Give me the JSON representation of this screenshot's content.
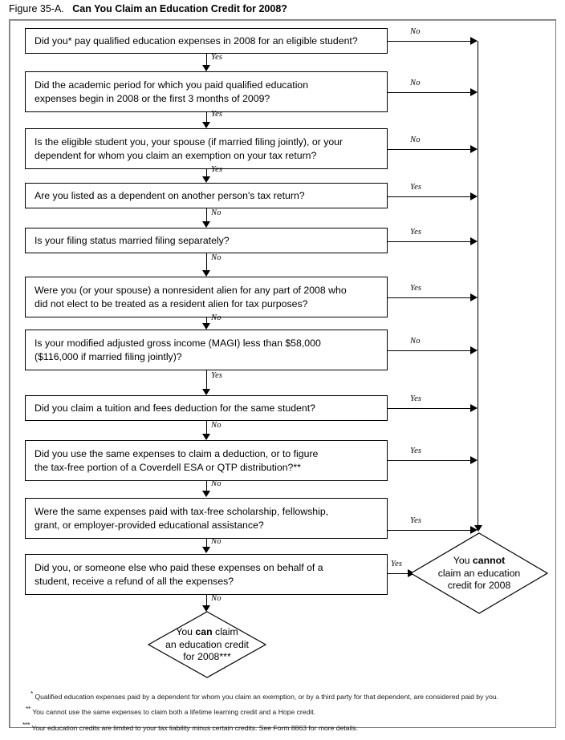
{
  "figure": {
    "number": "Figure 35-A.",
    "title": "Can You Claim an Education Credit for 2008?"
  },
  "labels": {
    "yes": "Yes",
    "no": "No"
  },
  "questions": [
    {
      "id": "q1",
      "lines": [
        "Did you* pay qualified education expenses in 2008 for an eligible student?"
      ],
      "down_label": "Yes",
      "side_label": "No"
    },
    {
      "id": "q2",
      "lines": [
        "Did the academic period for which you paid qualified education",
        "expenses begin in 2008 or the first 3 months of 2009?"
      ],
      "down_label": "Yes",
      "side_label": "No"
    },
    {
      "id": "q3",
      "lines": [
        "Is the eligible student you, your spouse (if married filing jointly), or your",
        "dependent for whom you claim an exemption on your tax return?"
      ],
      "down_label": "Yes",
      "side_label": "No"
    },
    {
      "id": "q4",
      "lines": [
        "Are you listed as a dependent on another person's tax return?"
      ],
      "down_label": "No",
      "side_label": "Yes"
    },
    {
      "id": "q5",
      "lines": [
        "Is your filing status married filing separately?"
      ],
      "down_label": "No",
      "side_label": "Yes"
    },
    {
      "id": "q6",
      "lines": [
        "Were you (or your spouse) a nonresident alien for any part of 2008 who",
        "did not elect to be treated as a resident alien for tax purposes?"
      ],
      "down_label": "No",
      "side_label": "Yes"
    },
    {
      "id": "q7",
      "lines": [
        "Is your modified adjusted gross income (MAGI) less than $58,000",
        "($116,000 if married filing jointly)?"
      ],
      "down_label": "Yes",
      "side_label": "No"
    },
    {
      "id": "q8",
      "lines": [
        "Did you claim a tuition and fees deduction for the same student?"
      ],
      "down_label": "No",
      "side_label": "Yes"
    },
    {
      "id": "q9",
      "lines": [
        "Did you use the same expenses to claim a deduction, or to figure",
        "the tax-free portion of a Coverdell ESA or QTP distribution?**"
      ],
      "down_label": "No",
      "side_label": "Yes"
    },
    {
      "id": "q10",
      "lines": [
        "Were the same expenses paid with tax-free scholarship, fellowship,",
        "grant, or employer-provided educational assistance?"
      ],
      "down_label": "No",
      "side_label": "Yes"
    },
    {
      "id": "q11",
      "lines": [
        "Did you, or someone else who paid these expenses on behalf of a",
        "student, receive a refund of all the expenses?"
      ],
      "down_label": "No",
      "side_label": "Yes"
    }
  ],
  "outcomes": {
    "cannot": {
      "line1_pre": "You ",
      "line1_bold": "cannot",
      "line2": "claim an education",
      "line3": "credit for 2008"
    },
    "can": {
      "line1_pre": "You ",
      "line1_bold": "can",
      "line1_post": " claim",
      "line2": "an education credit",
      "line3": "for 2008***"
    }
  },
  "footnotes": [
    {
      "mark": "*",
      "text": "Qualified education expenses paid by a dependent for whom you claim an exemption, or by a third party for that dependent, are considered paid by you."
    },
    {
      "mark": "**",
      "text": "You cannot use the same expenses to claim both a lifetime learning credit and a Hope credit."
    },
    {
      "mark": "***",
      "text": "Your education credits are limited to your tax liability minus certain credits. See Form 8863 for more details."
    }
  ]
}
